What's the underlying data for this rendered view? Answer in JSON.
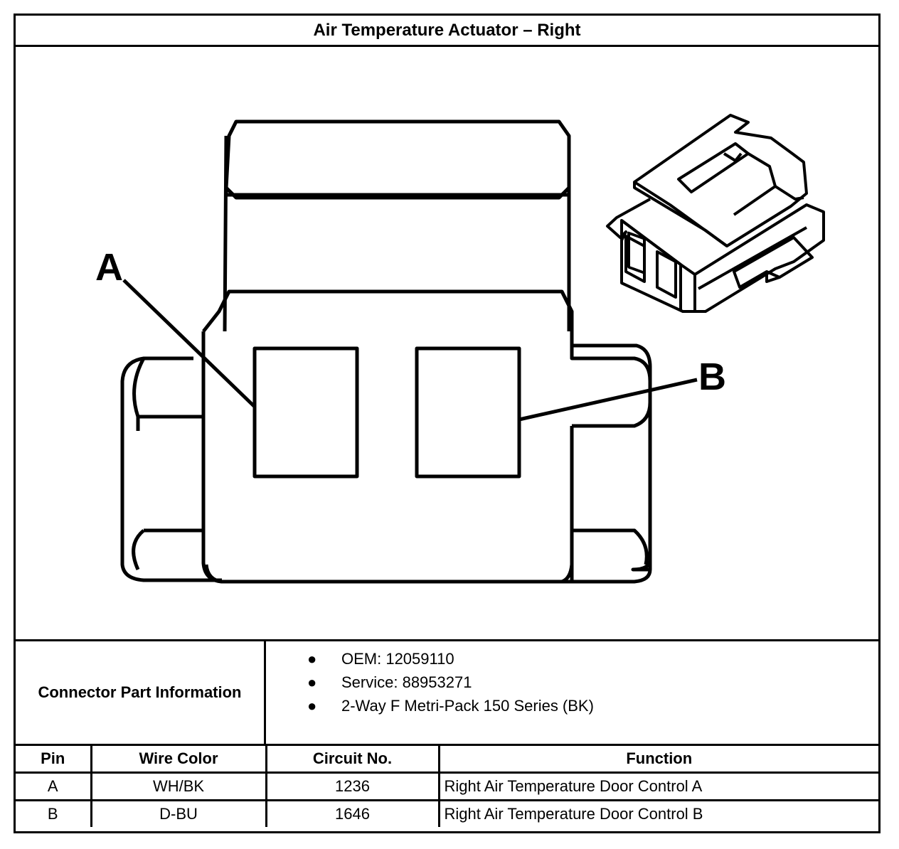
{
  "title": "Air Temperature Actuator – Right",
  "diagram": {
    "pin_labels": [
      "A",
      "B"
    ]
  },
  "connector_info": {
    "label": "Connector Part Information",
    "items": [
      "OEM: 12059110",
      "Service: 88953271",
      "2-Way F Metri-Pack 150 Series (BK)"
    ]
  },
  "pin_table": {
    "headers": [
      "Pin",
      "Wire Color",
      "Circuit No.",
      "Function"
    ],
    "rows": [
      [
        "A",
        "WH/BK",
        "1236",
        "Right Air Temperature Door Control A"
      ],
      [
        "B",
        "D-BU",
        "1646",
        "Right Air Temperature Door Control B"
      ]
    ]
  }
}
